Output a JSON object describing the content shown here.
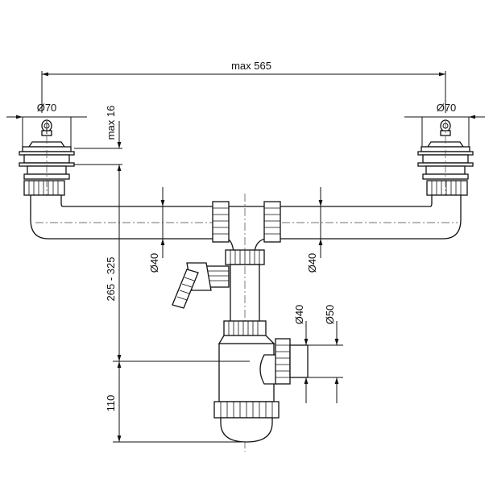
{
  "dimensions": {
    "overall_width": "max 565",
    "drain_left_diameter": "Ø70",
    "drain_right_diameter": "Ø70",
    "drain_height": "max 16",
    "pipe_diameter_left": "Ø40",
    "pipe_diameter_right": "Ø40",
    "height_range": "265 - 325",
    "trap_height": "110",
    "outlet_inner_diameter": "Ø40",
    "outlet_outer_diameter": "Ø50"
  }
}
